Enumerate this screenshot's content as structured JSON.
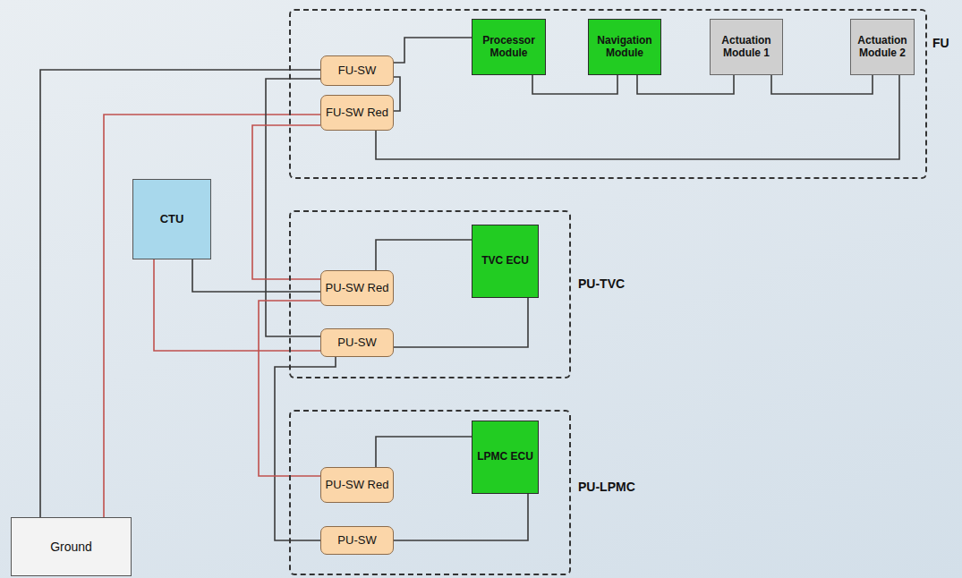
{
  "diagram": {
    "nodes": [
      {
        "text": [
          "FU"
        ]
      },
      {
        "text": [
          "FU-SW"
        ],
        "in": 0
      },
      {
        "text": [
          "FU-SW Red"
        ],
        "in": 0
      },
      {
        "text": [
          "Processor Module"
        ],
        "in": 0
      },
      {
        "text": [
          "Navigation Module"
        ],
        "in": 0
      },
      {
        "text": [
          "Actuation Module 1"
        ],
        "in": 0
      },
      {
        "text": [
          "Actuation Module 2"
        ],
        "in": 0
      },
      {
        "text": [
          "CTU"
        ]
      },
      {
        "text": [
          "PU-TVC"
        ]
      },
      {
        "text": [
          "PU-SW Red"
        ],
        "in": 8
      },
      {
        "text": [
          "PU-SW"
        ],
        "in": 8
      },
      {
        "text": [
          "TVC ECU"
        ],
        "in": 8
      },
      {
        "text": [
          "PU-LPMC"
        ]
      },
      {
        "text": [
          "PU-SW Red"
        ],
        "in": 12
      },
      {
        "text": [
          "PU-SW"
        ],
        "in": 12
      },
      {
        "text": [
          "LPMC ECU"
        ],
        "in": 12
      },
      {
        "text": [
          "Ground"
        ]
      }
    ],
    "edges": [
      {
        "from": 16,
        "to": 1,
        "arrow": "none"
      },
      {
        "from": 16,
        "to": 2,
        "arrow": "none"
      },
      {
        "from": 1,
        "to": 3,
        "arrow": "none"
      },
      {
        "from": 1,
        "to": 2,
        "arrow": "none"
      },
      {
        "from": 3,
        "to": 4,
        "arrow": "none"
      },
      {
        "from": 4,
        "to": 5,
        "arrow": "none"
      },
      {
        "from": 5,
        "to": 6,
        "arrow": "none"
      },
      {
        "from": 6,
        "to": 2,
        "arrow": "none"
      },
      {
        "from": 1,
        "to": 10,
        "arrow": "none"
      },
      {
        "from": 2,
        "to": 9,
        "arrow": "none"
      },
      {
        "from": 7,
        "to": 9,
        "arrow": "none"
      },
      {
        "from": 7,
        "to": 10,
        "arrow": "none"
      },
      {
        "from": 11,
        "to": 9,
        "arrow": "none"
      },
      {
        "from": 11,
        "to": 10,
        "arrow": "none"
      },
      {
        "from": 10,
        "to": 14,
        "arrow": "none"
      },
      {
        "from": 9,
        "to": 13,
        "arrow": "none"
      },
      {
        "from": 15,
        "to": 13,
        "arrow": "none"
      },
      {
        "from": 15,
        "to": 14,
        "arrow": "none"
      }
    ]
  }
}
